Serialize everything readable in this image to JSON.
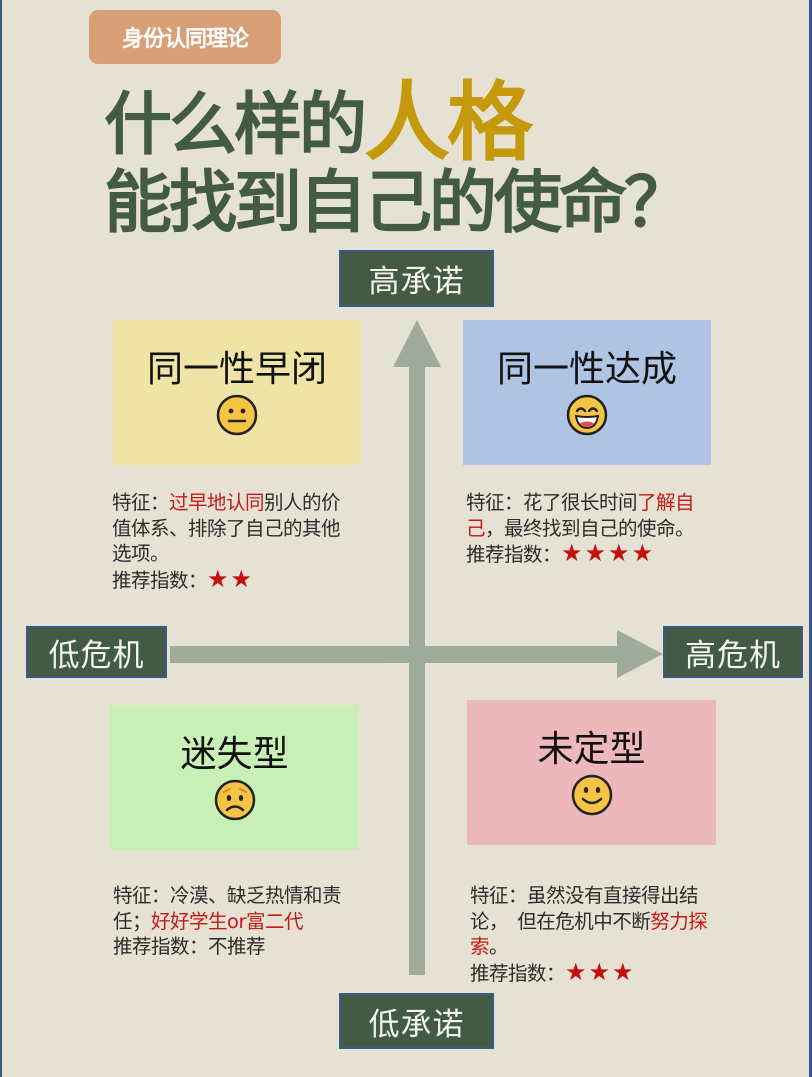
{
  "tag": "身份认同理论",
  "title": {
    "line1_prefix": "什么样的",
    "line1_highlight": "人格",
    "line2": "能找到自己的使命？"
  },
  "axes": {
    "top": "高承诺",
    "bottom": "低承诺",
    "left": "低危机",
    "right": "高危机"
  },
  "colors": {
    "background": "#e6e2d3",
    "title": "#435a45",
    "title_highlight": "#c49a0c",
    "tag_bg": "#d9a077",
    "label_bg": "#435a45",
    "label_border": "#3b5a8c",
    "arrow": "#9ba898",
    "accent_red": "#c41a1a"
  },
  "quadrants": [
    {
      "position": "top-left",
      "name": "同一性早闭",
      "emoji": "neutral-face",
      "bg": "#efe4a6",
      "feature_label": "特征：",
      "feature_red": "过早地认同",
      "feature_rest": "别人的价值体系、排除了自己的其他选项。",
      "rating_label": "推荐指数：",
      "rating": "★★",
      "stars": 2
    },
    {
      "position": "top-right",
      "name": "同一性达成",
      "emoji": "grinning-face",
      "bg": "#afc3e3",
      "feature_label": "特征：",
      "feature_pre": "花了很长时间",
      "feature_red": "了解自己",
      "feature_rest": "，最终找到自己的使命。",
      "rating_label": "推荐指数：",
      "rating": "★★★★",
      "stars": 4
    },
    {
      "position": "bottom-left",
      "name": "迷失型",
      "emoji": "worried-face",
      "bg": "#c8efb5",
      "feature_label": "特征：",
      "feature_pre": "冷漠、缺乏热情和责任；",
      "feature_red": "好好学生or富二代",
      "rating_label": "推荐指数：",
      "rating": "不推荐",
      "stars": 0
    },
    {
      "position": "bottom-right",
      "name": "未定型",
      "emoji": "slightly-smiling-face",
      "bg": "#ecb8bb",
      "feature_label": "特征：",
      "feature_pre": "虽然没有直接得出结论，　但在危机中不断",
      "feature_red": "努力探索",
      "feature_rest": "。",
      "rating_label": "推荐指数：",
      "rating": "★★★",
      "stars": 3
    }
  ]
}
